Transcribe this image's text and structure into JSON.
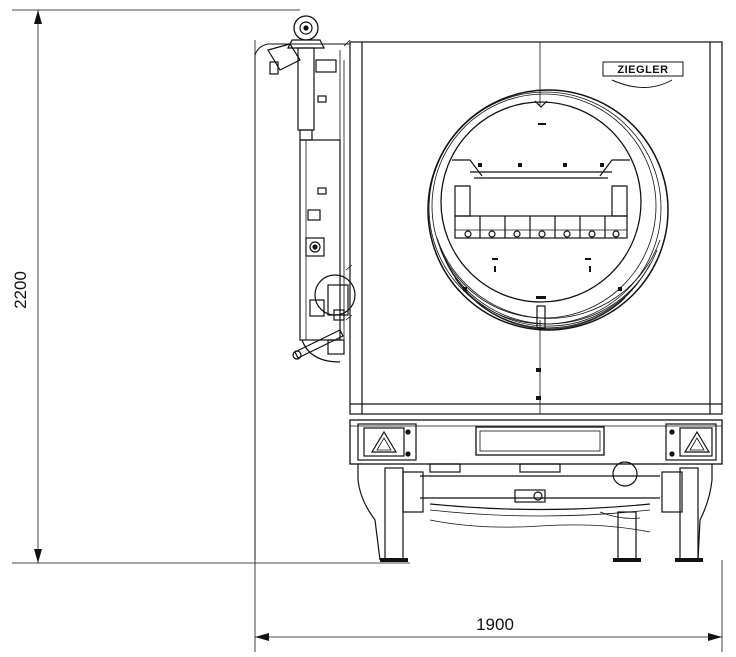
{
  "dimensions": {
    "height_label": "2200",
    "width_label": "1900"
  },
  "brand": {
    "logo_text": "ZIEGLER"
  },
  "colors": {
    "line": "#111111",
    "background": "#ffffff"
  }
}
